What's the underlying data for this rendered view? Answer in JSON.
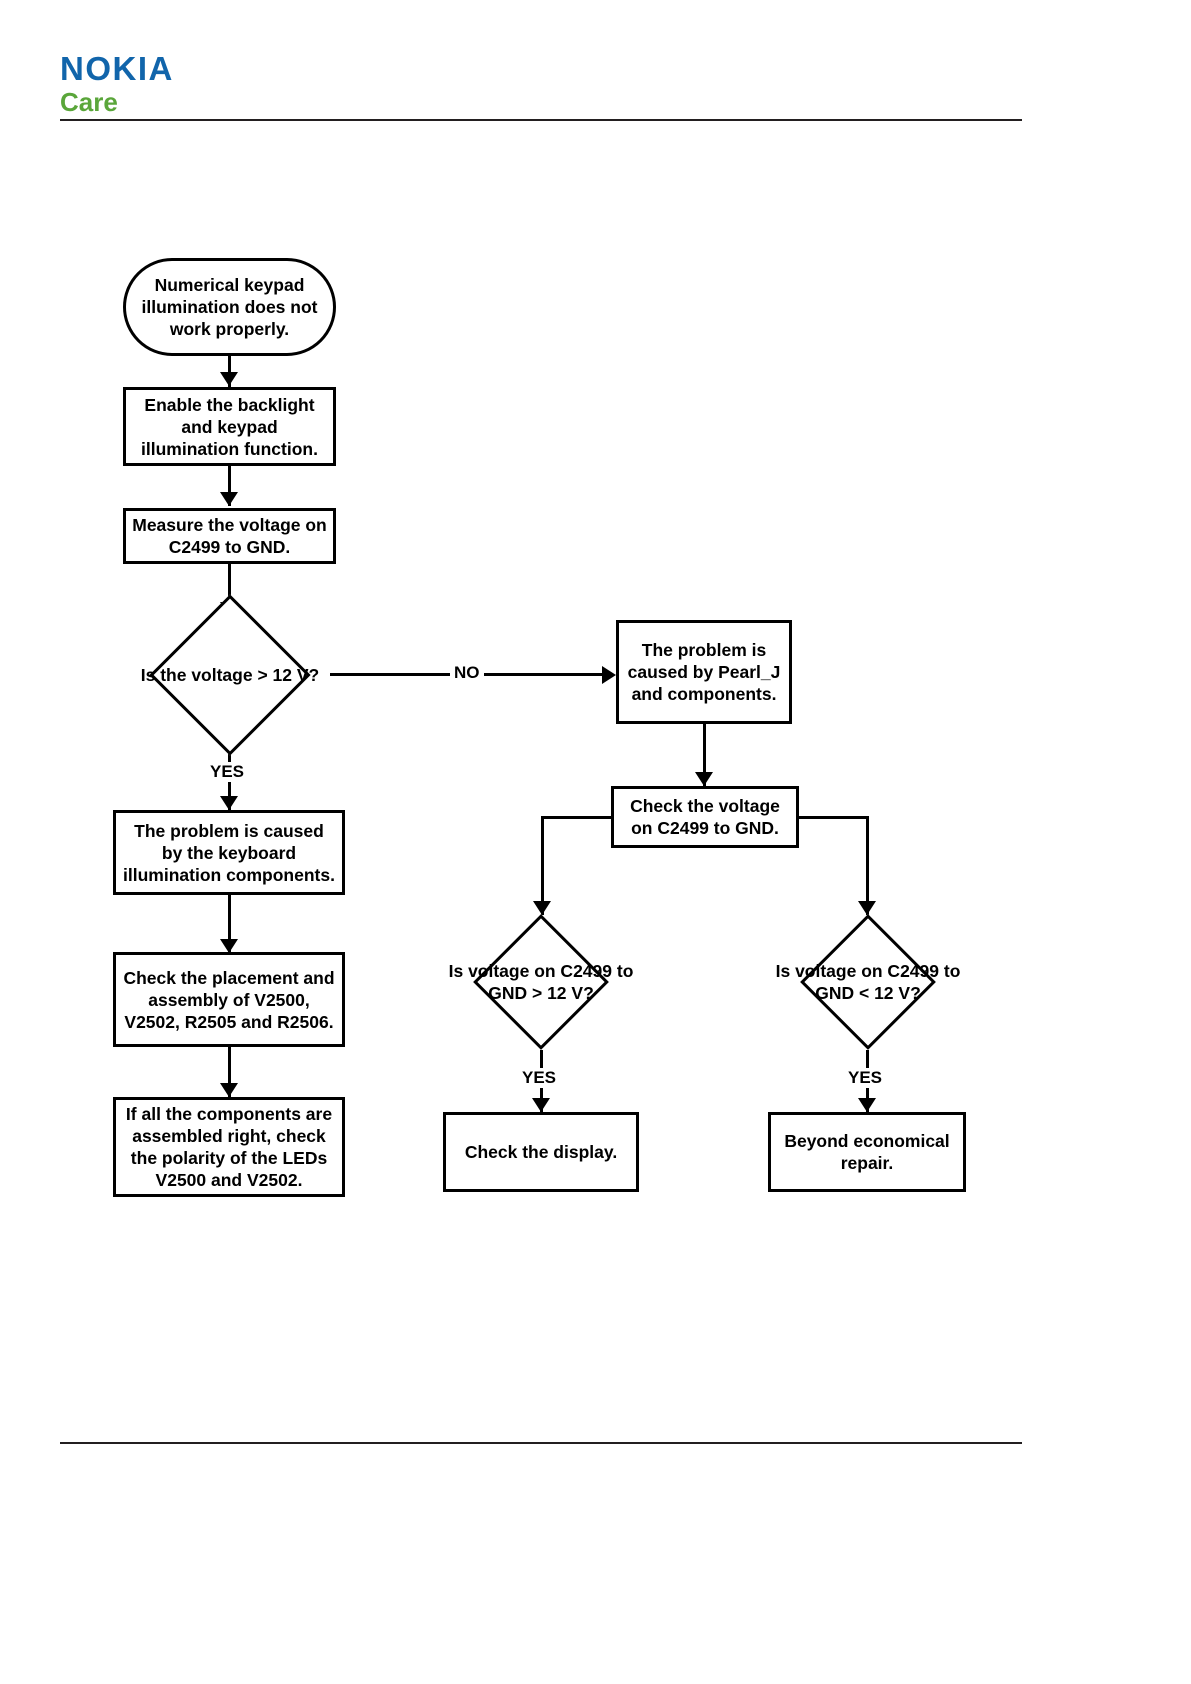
{
  "brand": {
    "name": "NOKIA",
    "sub": "Care",
    "nokia_color": "#1165ab",
    "care_color": "#5aa63a"
  },
  "chart_data": {
    "type": "diagram",
    "title": "Numerical keypad illumination troubleshooting flowchart",
    "nodes": [
      {
        "id": "start",
        "shape": "terminator",
        "text": "Numerical keypad illumination does not work properly."
      },
      {
        "id": "enable",
        "shape": "process",
        "text": "Enable the backlight and keypad illumination function."
      },
      {
        "id": "measure",
        "shape": "process",
        "text": "Measure the voltage on C2499 to GND."
      },
      {
        "id": "dec-main",
        "shape": "decision",
        "text": "Is the voltage > 12 V?"
      },
      {
        "id": "pearl",
        "shape": "process",
        "text": "The problem is caused by Pearl_J and components."
      },
      {
        "id": "checkvolt",
        "shape": "process",
        "text": "Check the voltage on C2499 to GND."
      },
      {
        "id": "kbd-illum",
        "shape": "process",
        "text": "The problem is caused by the keyboard illumination components."
      },
      {
        "id": "placement",
        "shape": "process",
        "text": "Check the placement and assembly of V2500, V2502, R2505 and R2506."
      },
      {
        "id": "polarity",
        "shape": "process",
        "text": "If all the components are assembled right, check the polarity of the LEDs V2500 and V2502."
      },
      {
        "id": "dec-gt",
        "shape": "decision",
        "text": "Is voltage on C2499 to GND > 12 V?"
      },
      {
        "id": "dec-lt",
        "shape": "decision",
        "text": "Is voltage on C2499 to GND < 12 V?"
      },
      {
        "id": "display",
        "shape": "process",
        "text": "Check the display."
      },
      {
        "id": "beyond",
        "shape": "process",
        "text": "Beyond economical repair."
      }
    ],
    "edges": [
      {
        "from": "start",
        "to": "enable",
        "label": ""
      },
      {
        "from": "enable",
        "to": "measure",
        "label": ""
      },
      {
        "from": "measure",
        "to": "dec-main",
        "label": ""
      },
      {
        "from": "dec-main",
        "to": "pearl",
        "label": "NO"
      },
      {
        "from": "dec-main",
        "to": "kbd-illum",
        "label": "YES"
      },
      {
        "from": "pearl",
        "to": "checkvolt",
        "label": ""
      },
      {
        "from": "kbd-illum",
        "to": "placement",
        "label": ""
      },
      {
        "from": "placement",
        "to": "polarity",
        "label": ""
      },
      {
        "from": "checkvolt",
        "to": "dec-gt",
        "label": ""
      },
      {
        "from": "checkvolt",
        "to": "dec-lt",
        "label": ""
      },
      {
        "from": "dec-gt",
        "to": "display",
        "label": "YES"
      },
      {
        "from": "dec-lt",
        "to": "beyond",
        "label": "YES"
      }
    ],
    "labels": {
      "no": "NO",
      "yes_main": "YES",
      "yes_gt": "YES",
      "yes_lt": "YES"
    }
  }
}
